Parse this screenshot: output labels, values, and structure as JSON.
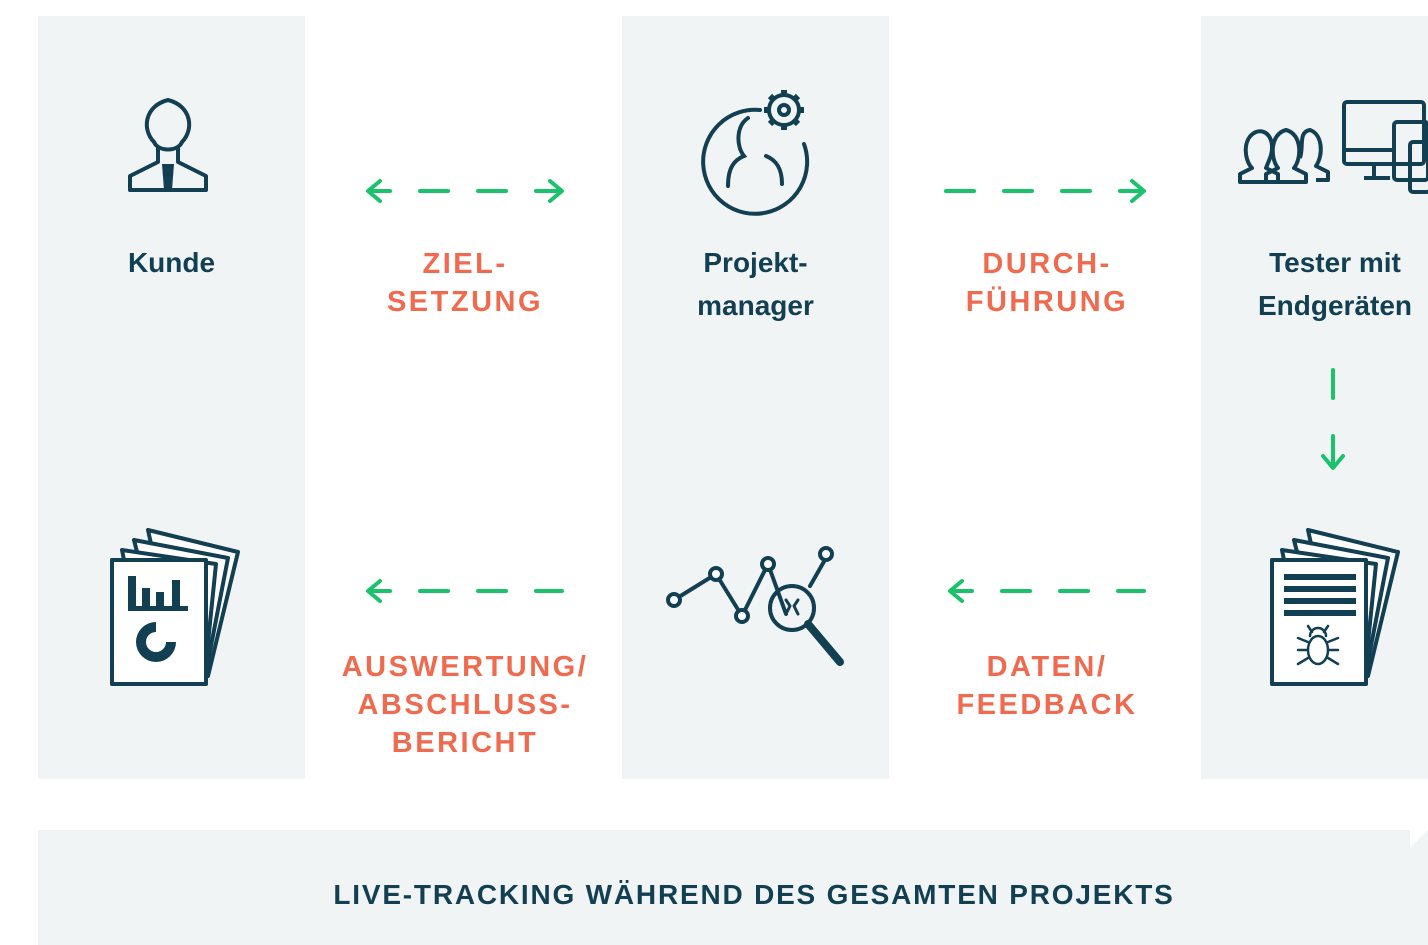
{
  "roles": {
    "customer": "Kunde",
    "project_manager": "Projekt-\nmanager",
    "testers": "Tester mit\nEndgeräten"
  },
  "steps": {
    "goal_setting": "ZIEL-\nSETZUNG",
    "execution": "DURCH-\nFÜHRUNG",
    "data_feedback": "DATEN/\nFEEDBACK",
    "evaluation_report": "AUSWERTUNG/\nABSCHLUSS-\nBERICHT"
  },
  "banner": {
    "text": "LIVE-TRACKING WÄHREND DES GESAMTEN PROJEKTS"
  },
  "icons": {
    "customer": "person-with-tie-icon",
    "project_manager": "person-with-gear-icon",
    "testers": "users-and-devices-icon",
    "bug_report": "bug-report-documents-icon",
    "analytics": "line-chart-magnifier-icon",
    "final_report": "chart-report-documents-icon"
  },
  "colors": {
    "navy": "#123f52",
    "orange": "#ef6a4f",
    "green": "#19c26b",
    "panel": "#f1f4f5"
  }
}
